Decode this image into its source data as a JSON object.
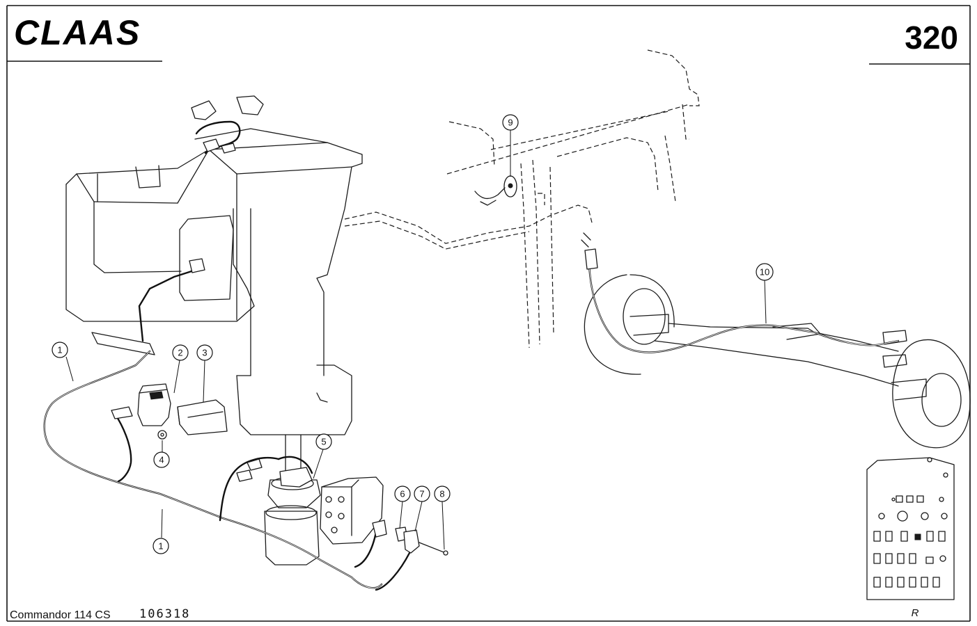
{
  "header": {
    "brand_logo": "CLAAS",
    "page_number": "320"
  },
  "footer": {
    "model_name": "Commandor 114 CS",
    "drawing_code": "106318"
  },
  "panel": {
    "side_marker": "R"
  },
  "callouts": [
    {
      "id": "c1a",
      "label": "1"
    },
    {
      "id": "c1b",
      "label": "1"
    },
    {
      "id": "c2",
      "label": "2"
    },
    {
      "id": "c3",
      "label": "3"
    },
    {
      "id": "c4",
      "label": "4"
    },
    {
      "id": "c5",
      "label": "5"
    },
    {
      "id": "c6",
      "label": "6"
    },
    {
      "id": "c7",
      "label": "7"
    },
    {
      "id": "c8",
      "label": "8"
    },
    {
      "id": "c9",
      "label": "9"
    },
    {
      "id": "c10",
      "label": "10"
    }
  ]
}
